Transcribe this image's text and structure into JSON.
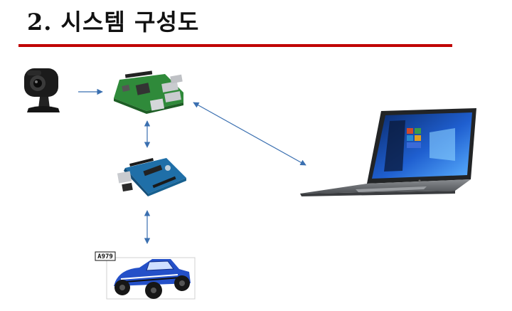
{
  "slide": {
    "title": "2. 시스템 구성도",
    "rule_color": "#c00000"
  },
  "components": {
    "webcam": {
      "icon": "webcam-icon"
    },
    "raspberry_pi": {
      "icon": "raspberry-pi-board-icon"
    },
    "arduino": {
      "icon": "arduino-board-icon"
    },
    "rc_car": {
      "icon": "rc-car-icon",
      "label": "A979"
    },
    "laptop": {
      "icon": "laptop-icon"
    }
  },
  "connections": [
    {
      "from": "webcam",
      "to": "raspberry_pi",
      "direction": "one-way"
    },
    {
      "from": "raspberry_pi",
      "to": "arduino",
      "direction": "two-way"
    },
    {
      "from": "arduino",
      "to": "rc_car",
      "direction": "two-way"
    },
    {
      "from": "raspberry_pi",
      "to": "laptop",
      "direction": "two-way"
    }
  ],
  "colors": {
    "arrow": "#3a6fb0",
    "pcb_green": "#2f8a3a",
    "arduino_blue": "#1f6fa8",
    "car_blue": "#2450c8"
  }
}
